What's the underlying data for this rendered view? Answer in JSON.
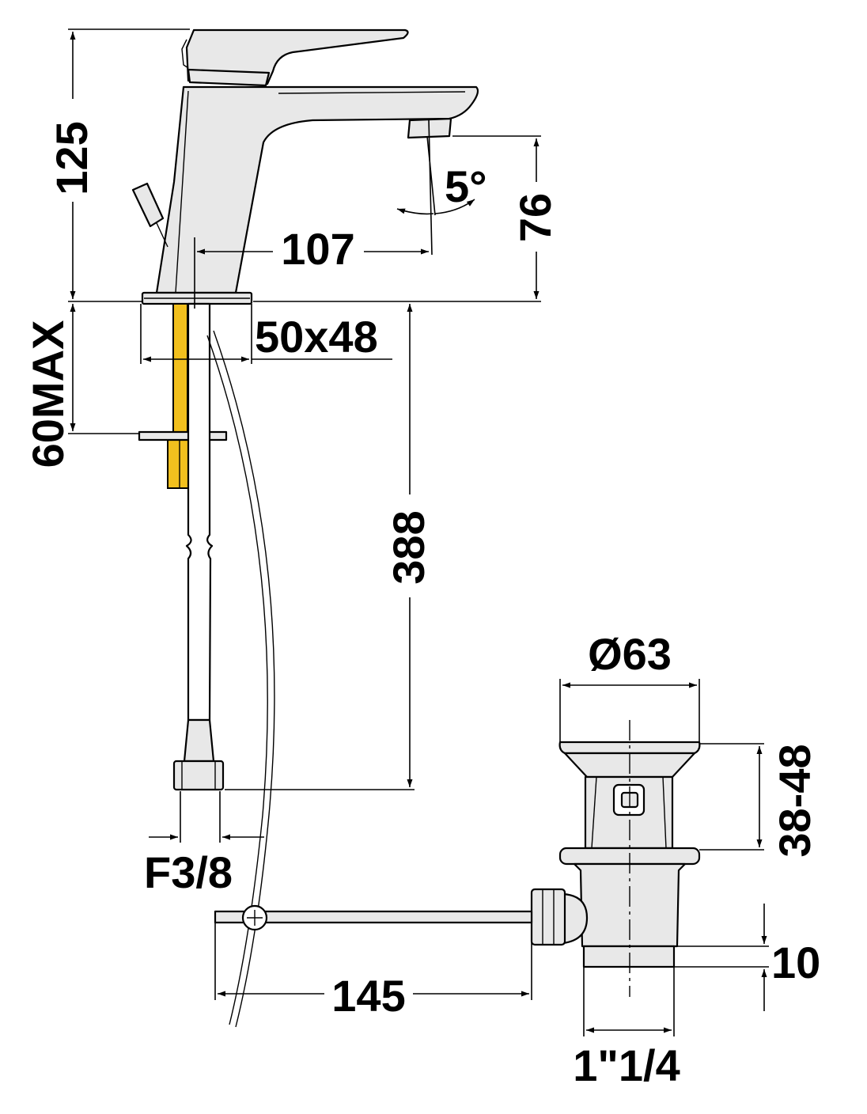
{
  "dimensions": {
    "faucet_height": "125",
    "spout_height": "76",
    "spout_angle": "5°",
    "spout_reach": "107",
    "base_size": "50x48",
    "max_thickness": "60MAX",
    "hose_length": "388",
    "hose_connection": "F3/8",
    "drain_diameter": "Ø63",
    "drain_range": "38-48",
    "drain_offset": "10",
    "rod_length": "145",
    "drain_thread": "1\"1/4"
  },
  "colors": {
    "line": "#000000",
    "metal": "#e8e8e8",
    "fixing_stud": "#f2c01e"
  }
}
